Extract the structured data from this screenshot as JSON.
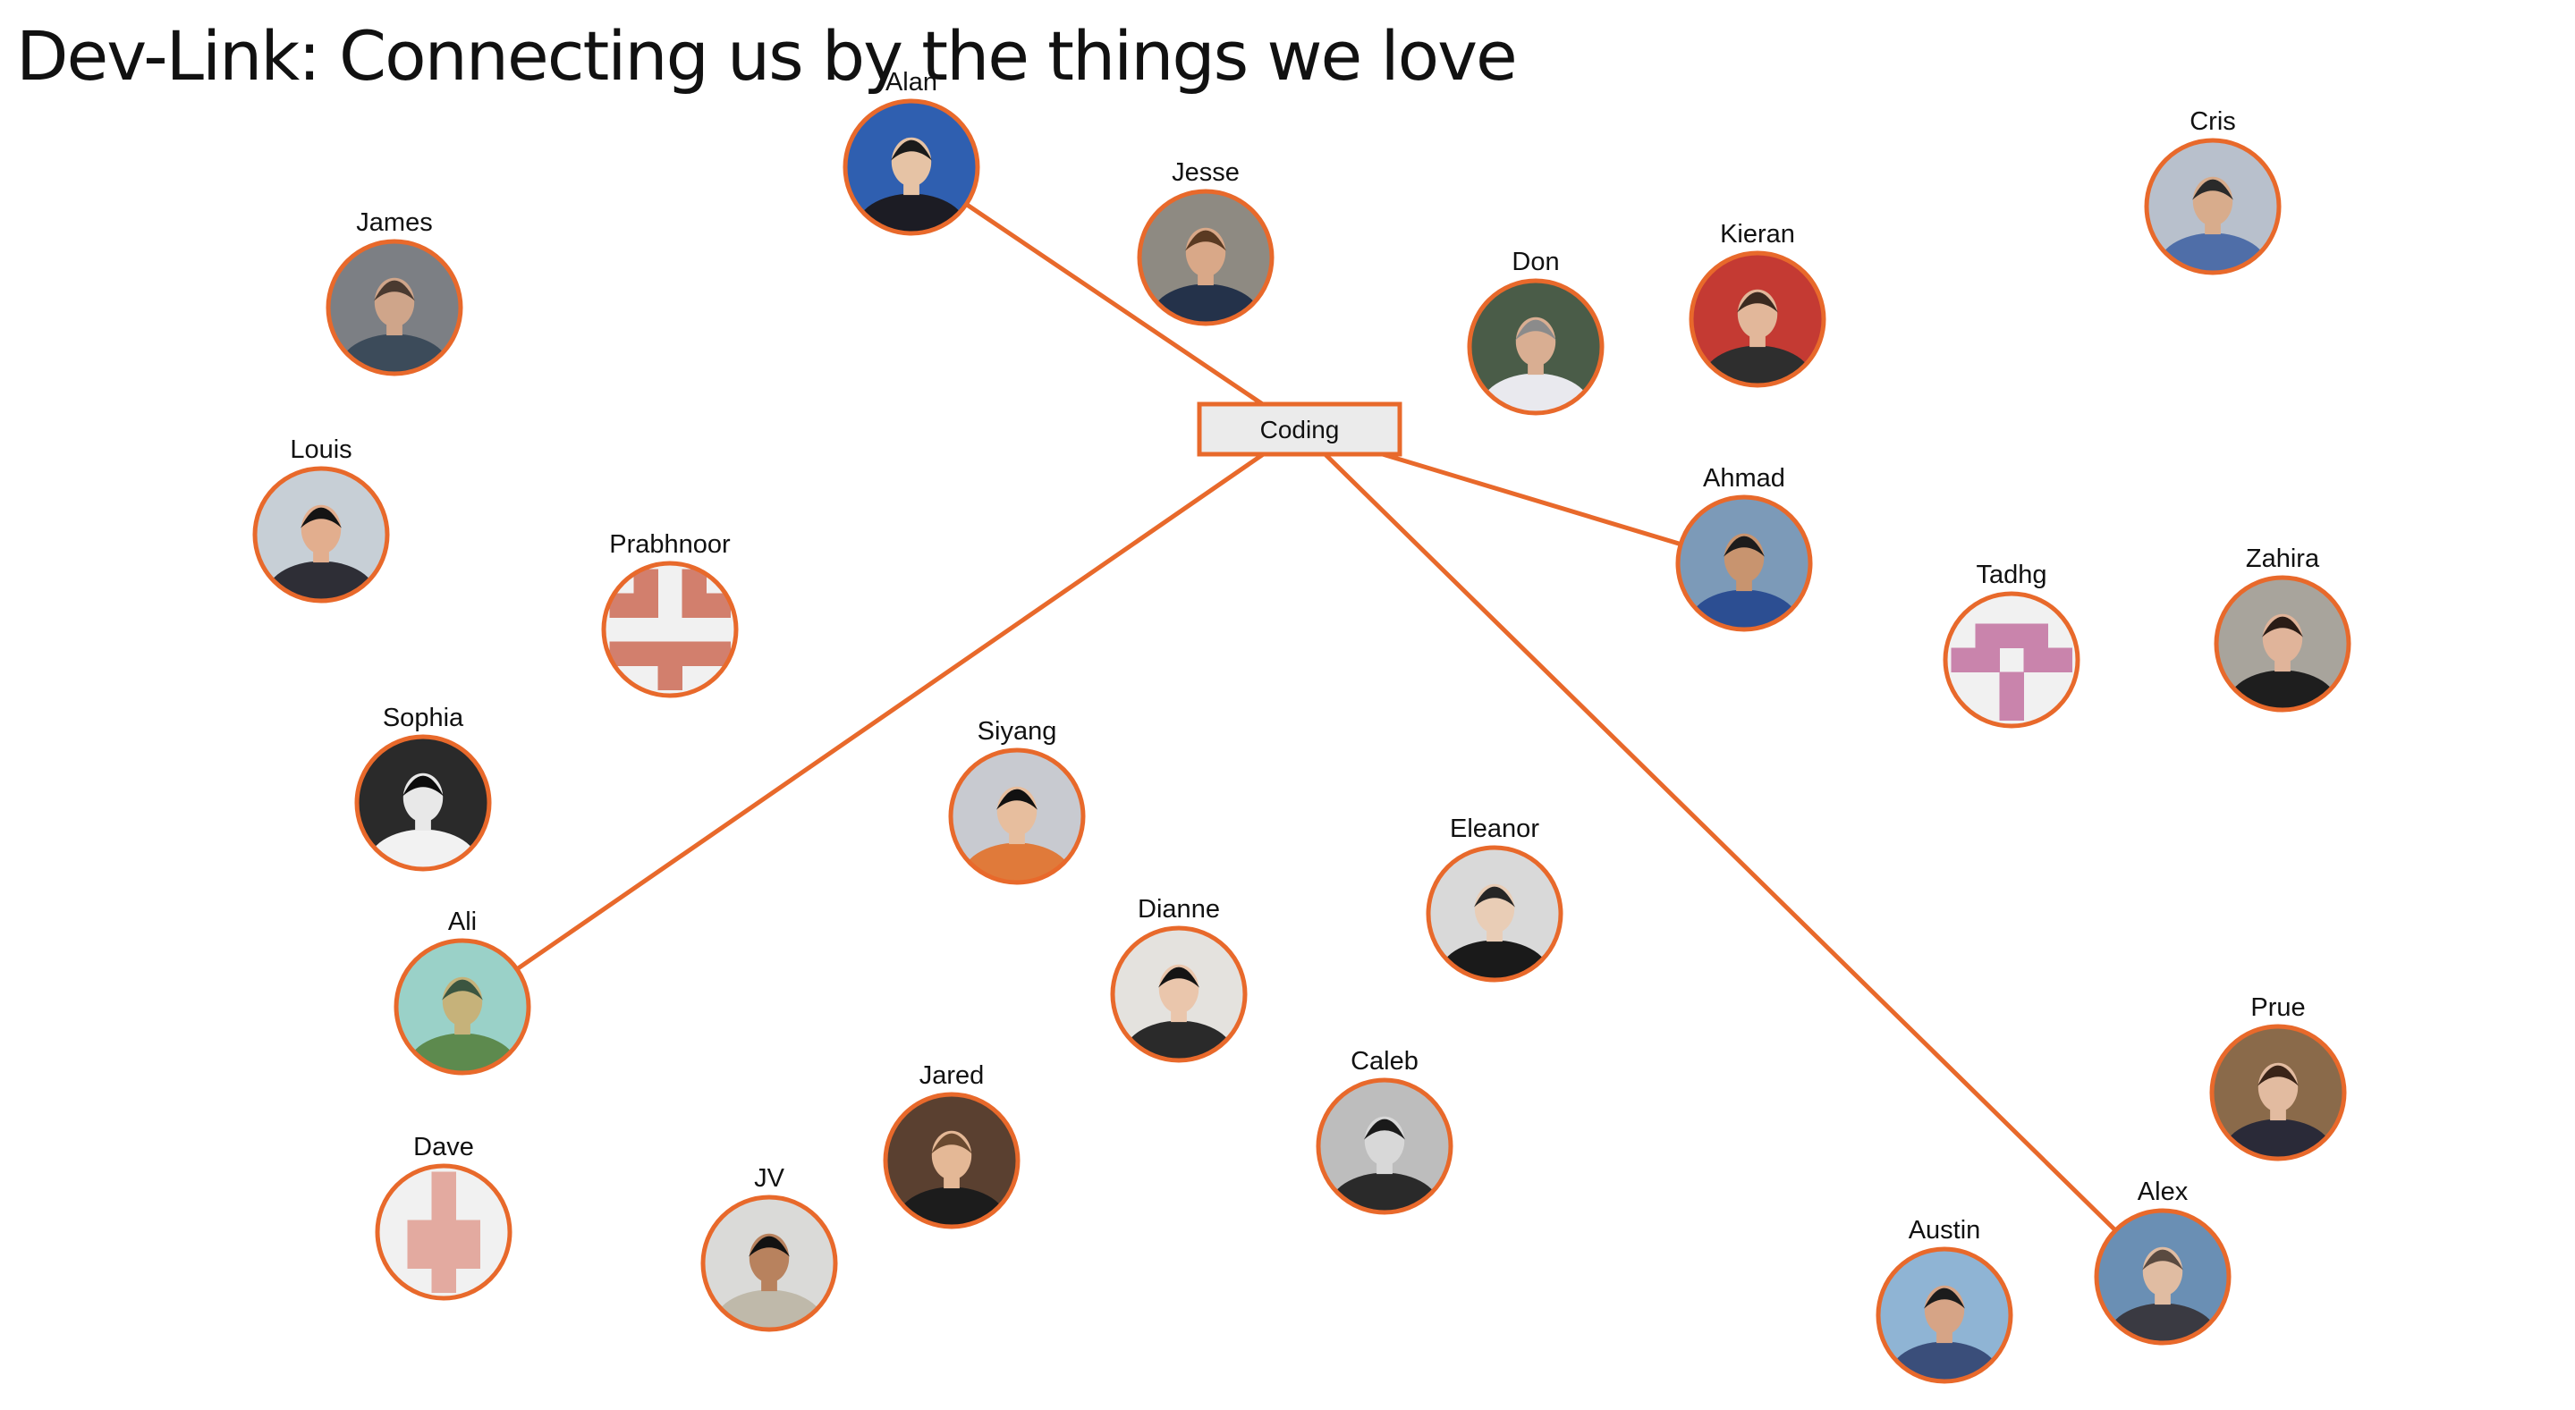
{
  "title": "Dev-Link: Connecting us by the things we love",
  "colors": {
    "accent": "#E8692B",
    "interest_fill": "#EBEBEB",
    "ident_prabhnoor": "#D27F6D",
    "ident_tadhg": "#C984AC",
    "ident_dave": "#E3AAA0",
    "ident_background": "#F1F1F1"
  },
  "interest": {
    "id": "coding",
    "label": "Coding"
  },
  "people": [
    {
      "id": "alan",
      "name": "Alan",
      "avatar": "photo"
    },
    {
      "id": "jesse",
      "name": "Jesse",
      "avatar": "photo"
    },
    {
      "id": "james",
      "name": "James",
      "avatar": "photo"
    },
    {
      "id": "don",
      "name": "Don",
      "avatar": "photo"
    },
    {
      "id": "kieran",
      "name": "Kieran",
      "avatar": "photo"
    },
    {
      "id": "cris",
      "name": "Cris",
      "avatar": "photo"
    },
    {
      "id": "louis",
      "name": "Louis",
      "avatar": "photo"
    },
    {
      "id": "prabhnoor",
      "name": "Prabhnoor",
      "avatar": "identicon"
    },
    {
      "id": "ahmad",
      "name": "Ahmad",
      "avatar": "photo"
    },
    {
      "id": "tadhg",
      "name": "Tadhg",
      "avatar": "identicon"
    },
    {
      "id": "zahira",
      "name": "Zahira",
      "avatar": "photo"
    },
    {
      "id": "sophia",
      "name": "Sophia",
      "avatar": "photo"
    },
    {
      "id": "siyang",
      "name": "Siyang",
      "avatar": "photo"
    },
    {
      "id": "eleanor",
      "name": "Eleanor",
      "avatar": "photo"
    },
    {
      "id": "ali",
      "name": "Ali",
      "avatar": "photo"
    },
    {
      "id": "dianne",
      "name": "Dianne",
      "avatar": "photo"
    },
    {
      "id": "prue",
      "name": "Prue",
      "avatar": "photo"
    },
    {
      "id": "caleb",
      "name": "Caleb",
      "avatar": "photo"
    },
    {
      "id": "jared",
      "name": "Jared",
      "avatar": "photo"
    },
    {
      "id": "dave",
      "name": "Dave",
      "avatar": "identicon"
    },
    {
      "id": "jv",
      "name": "JV",
      "avatar": "photo"
    },
    {
      "id": "alex",
      "name": "Alex",
      "avatar": "photo"
    },
    {
      "id": "austin",
      "name": "Austin",
      "avatar": "photo"
    }
  ],
  "links": [
    {
      "source": "coding",
      "target": "alan"
    },
    {
      "source": "coding",
      "target": "ahmad"
    },
    {
      "source": "coding",
      "target": "ali"
    },
    {
      "source": "coding",
      "target": "alex"
    }
  ]
}
